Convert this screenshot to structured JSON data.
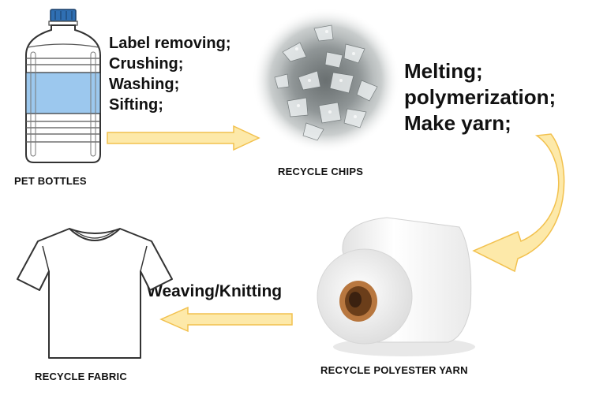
{
  "stages": {
    "pet_bottles": {
      "label": "PET BOTTLES"
    },
    "recycle_chips": {
      "label": "RECYCLE CHIPS"
    },
    "recycle_yarn": {
      "label": "RECYCLE POLYESTER YARN"
    },
    "recycle_fabric": {
      "label": "RECYCLE FABRIC"
    }
  },
  "processes": {
    "bottles_to_chips": [
      "Label removing;",
      "Crushing;",
      "Washing;",
      "Sifting;"
    ],
    "chips_to_yarn": [
      "Melting;",
      "polymerization;",
      "Make yarn;"
    ],
    "yarn_to_fabric": "Weaving/Knitting"
  },
  "colors": {
    "arrow_fill": "#fde9a9",
    "arrow_edge": "#f2c14e",
    "bottle_label": "#9cc8ee",
    "bottle_cap": "#2f6fb3",
    "cone_core": "#b8773f"
  },
  "icons": {
    "bottle": "water-bottle-icon",
    "chips": "plastic-chips-photo",
    "yarn": "yarn-cone-photo",
    "fabric": "t-shirt-outline-icon"
  }
}
